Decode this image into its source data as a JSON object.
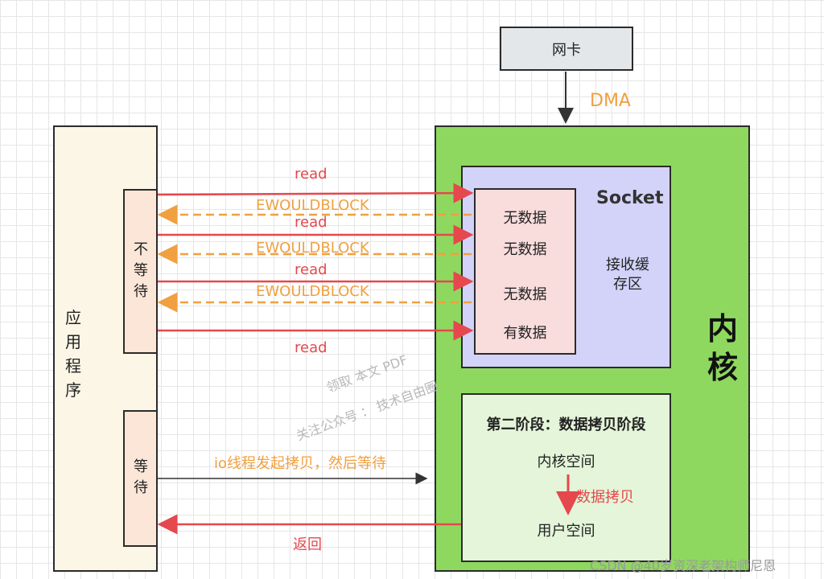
{
  "nic": {
    "label": "网卡"
  },
  "dma_label": "DMA",
  "app": {
    "label": "应用程序",
    "nowait_label": "不等待",
    "wait_label": "等待"
  },
  "kernel": {
    "label": "内核",
    "socket": {
      "title": "Socket",
      "buffer_label": "接收缓存区",
      "slots": [
        "无数据",
        "无数据",
        "无数据",
        "有数据"
      ]
    },
    "phase2": {
      "title": "第二阶段：数据拷贝阶段",
      "kernel_space": "内核空间",
      "user_space": "用户空间",
      "copy_label": "数据拷贝"
    }
  },
  "arrows": {
    "reads": [
      "read",
      "read",
      "read",
      "read"
    ],
    "ewouldblock": [
      "EWOULDBLOCK",
      "EWOULDBLOCK",
      "EWOULDBLOCK"
    ],
    "io_copy": "io线程发起拷贝，然后等待",
    "return": "返回"
  },
  "watermarks": [
    "领取 本文 PDF",
    "关注公众号 ：  技术自由圈"
  ],
  "credit": "CSDN @40岁资深老架构师尼恩",
  "colors": {
    "read": "#e5484d",
    "ewouldblock": "#f0a040",
    "kernel": "#8fd85f",
    "socket": "#d3d3fa"
  }
}
